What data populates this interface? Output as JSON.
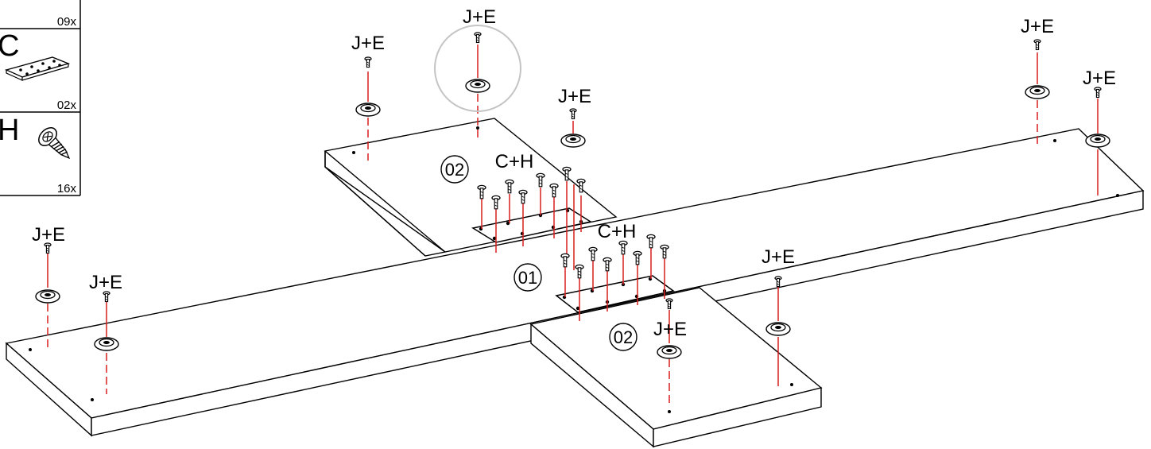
{
  "parts_panel": {
    "rows": [
      {
        "letter": "",
        "quantity": "09x",
        "icon": "cam-lock-icon"
      },
      {
        "letter": "C",
        "quantity": "02x",
        "icon": "connector-plate-icon"
      },
      {
        "letter": "H",
        "quantity": "16x",
        "icon": "wood-screw-icon"
      }
    ]
  },
  "panels": [
    {
      "number": "02"
    },
    {
      "number": "01"
    },
    {
      "number": "02"
    }
  ],
  "callouts": {
    "je": "J+E",
    "ch": "C+H"
  },
  "colors": {
    "line": "#000000",
    "guide": "#d81e1e",
    "highlight": "#c4c4c4"
  }
}
